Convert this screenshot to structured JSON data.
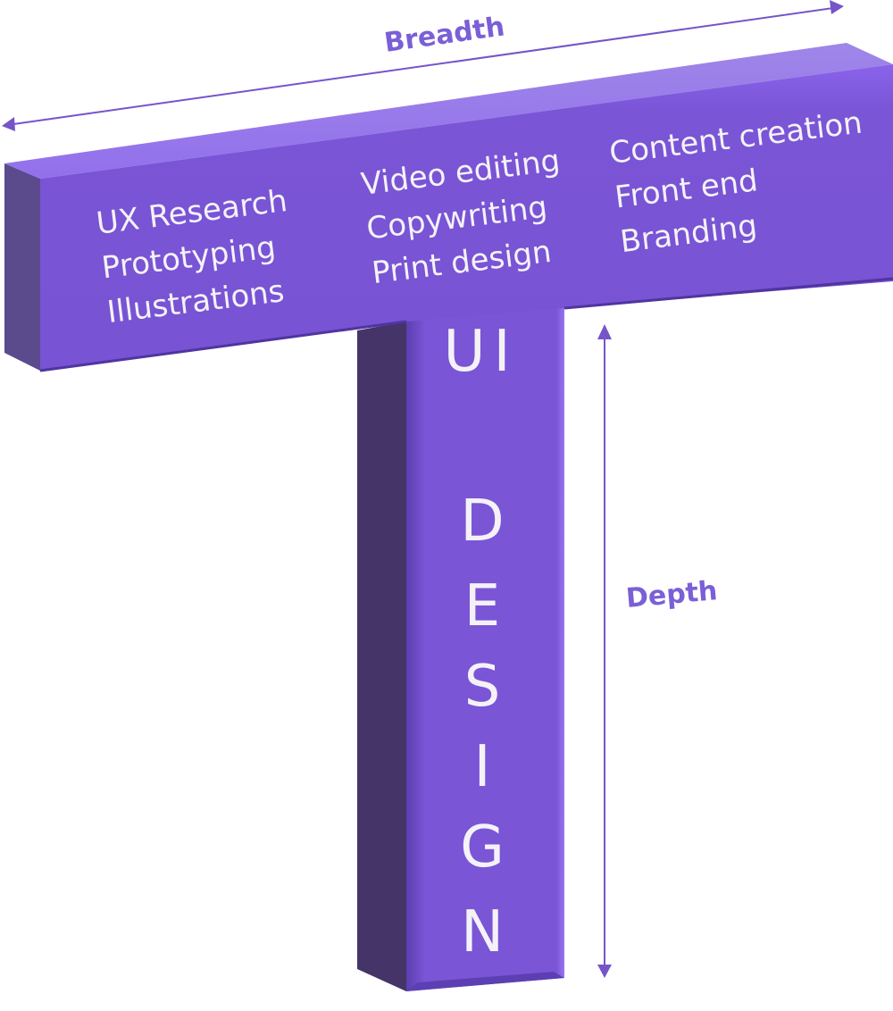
{
  "title": "T-shaped skills",
  "colors": {
    "front": "#7955d4",
    "top": "#9a7fe6",
    "side": "#5b4a8c",
    "stem_side": "#453468",
    "arrow": "#7555c8",
    "text": "#f4f2f7"
  },
  "axes": {
    "breadth_label": "Breadth",
    "depth_label": "Depth"
  },
  "crossbar": {
    "columns": [
      {
        "items": [
          "UX Research",
          "Prototyping",
          "Illustrations"
        ]
      },
      {
        "items": [
          "Video editing",
          "Copywriting",
          "Print design"
        ]
      },
      {
        "items": [
          "Content creation",
          "Front end",
          "Branding"
        ]
      }
    ]
  },
  "stem": {
    "letters": [
      "U",
      "I",
      "D",
      "E",
      "S",
      "I",
      "G",
      "N"
    ],
    "word1": "UI",
    "word2": "DESIGN"
  }
}
